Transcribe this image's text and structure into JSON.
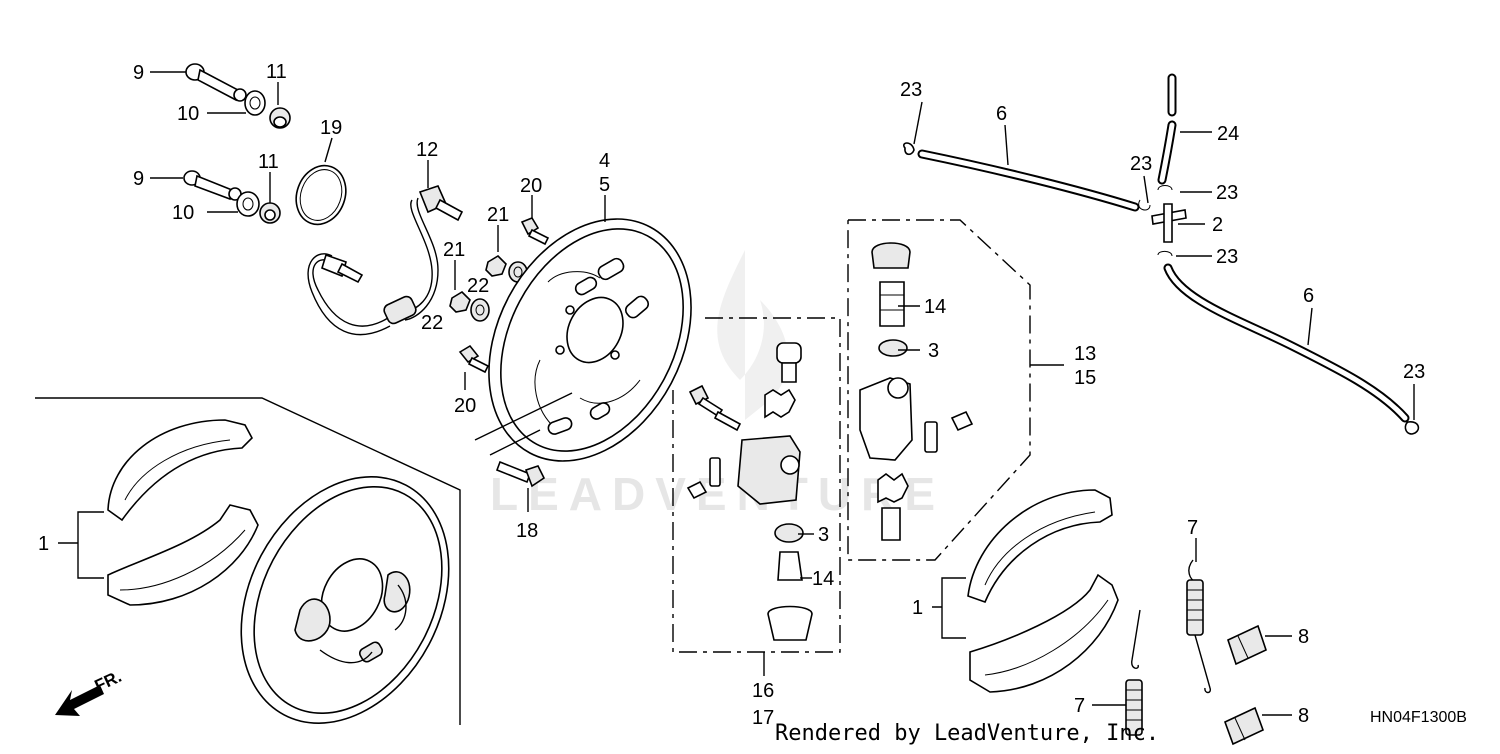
{
  "diagram": {
    "callouts": {
      "c1a": "1",
      "c1b": "1",
      "c2": "2",
      "c3a": "3",
      "c3b": "3",
      "c4": "4",
      "c5": "5",
      "c6a": "6",
      "c6b": "6",
      "c7a": "7",
      "c7b": "7",
      "c8a": "8",
      "c8b": "8",
      "c9a": "9",
      "c9b": "9",
      "c10a": "10",
      "c10b": "10",
      "c11a": "11",
      "c11b": "11",
      "c12": "12",
      "c13": "13",
      "c14a": "14",
      "c14b": "14",
      "c15": "15",
      "c16": "16",
      "c17": "17",
      "c18": "18",
      "c19": "19",
      "c20a": "20",
      "c20b": "20",
      "c21a": "21",
      "c21b": "21",
      "c22a": "22",
      "c22b": "22",
      "c23a": "23",
      "c23b": "23",
      "c23c": "23",
      "c23d": "23",
      "c23e": "23",
      "c24": "24"
    },
    "front_arrow_label": "FR.",
    "diagram_code": "HN04F1300B",
    "credit": "Rendered by LeadVenture, Inc.",
    "watermark": "LEADVENTURE"
  }
}
